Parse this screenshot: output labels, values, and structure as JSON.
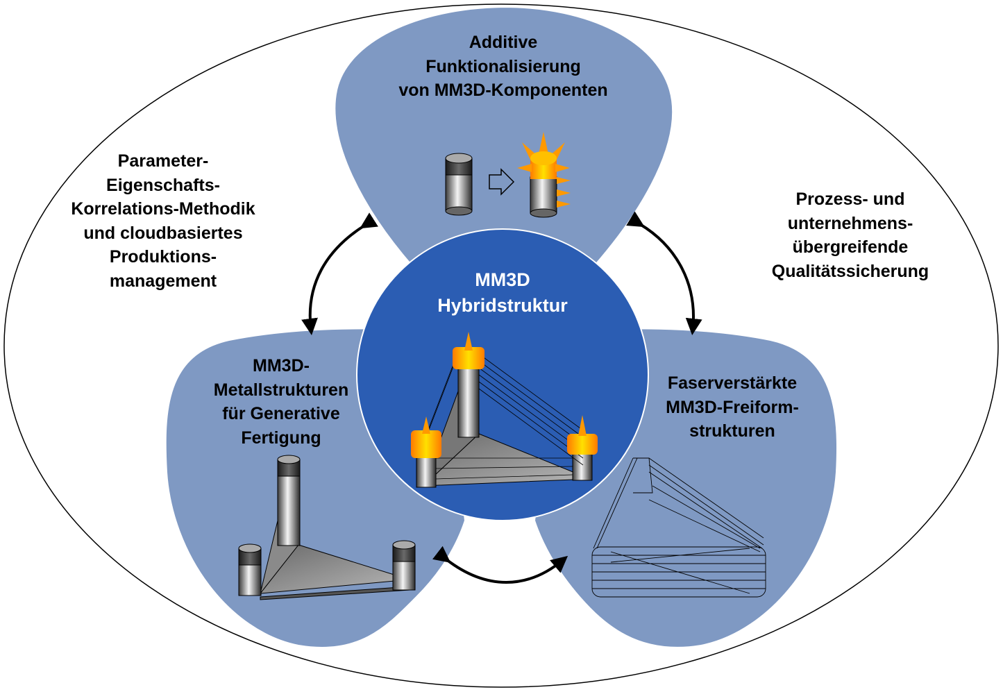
{
  "diagram": {
    "title": "MM3D Hybridstruktur",
    "colors": {
      "petal_fill": "#7f99c3",
      "center_fill": "#2b5db3",
      "outline": "#000000",
      "background": "#ffffff",
      "feature_orange": "#ff9900",
      "feature_yellow": "#ffd200"
    },
    "center": {
      "lines": [
        "MM3D",
        "Hybridstruktur"
      ],
      "illustration": "hybrid-structure-with-fibers-and-functional-elements"
    },
    "petals": [
      {
        "id": "top",
        "lines": [
          "Additive",
          "Funktionalisierung",
          "von MM3D-Komponenten"
        ],
        "illustration": "cylinder-to-functionalized-cylinder",
        "arrow_icon": "outline-right-arrow"
      },
      {
        "id": "bottom-left",
        "lines": [
          "MM3D-",
          "Metallstrukturen",
          "für Generative",
          "Fertigung"
        ],
        "illustration": "metal-tripod-structure"
      },
      {
        "id": "bottom-right",
        "lines": [
          "Faserverstärkte",
          "MM3D-Freiform-",
          "strukturen"
        ],
        "illustration": "fiber-wireframe-structure"
      }
    ],
    "outer_labels": [
      {
        "id": "left",
        "lines": [
          "Parameter-",
          "Eigenschafts-",
          "Korrelations-Methodik",
          "und cloudbasiertes",
          "Produktions-",
          "management"
        ]
      },
      {
        "id": "right",
        "lines": [
          "Prozess- und",
          "unternehmens-",
          "übergreifende",
          "Qualitätssicherung"
        ]
      }
    ],
    "connectors": [
      {
        "from": "top",
        "to": "bottom-left",
        "type": "double-arrow"
      },
      {
        "from": "top",
        "to": "bottom-right",
        "type": "double-arrow"
      },
      {
        "from": "bottom-left",
        "to": "bottom-right",
        "type": "double-arrow"
      }
    ]
  }
}
